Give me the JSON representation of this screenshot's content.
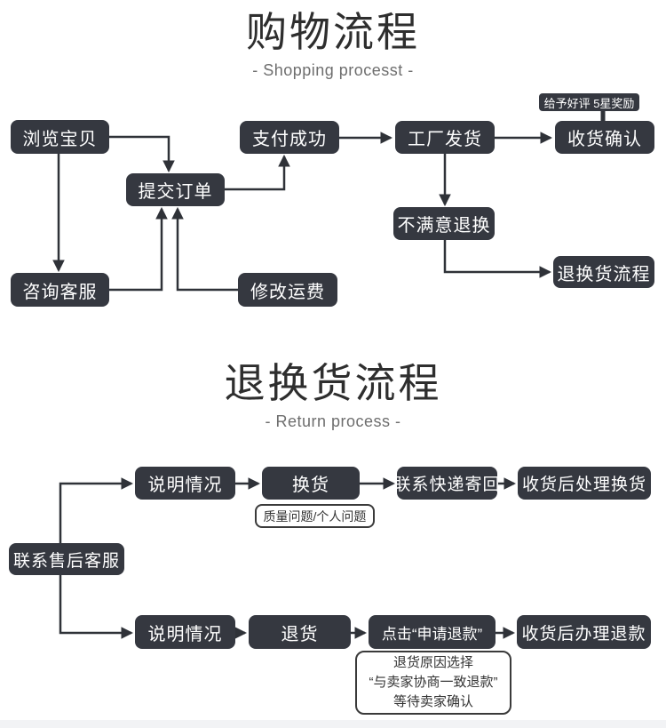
{
  "shopping": {
    "title": "购物流程",
    "subtitle": "- Shopping processt -",
    "badge": "给予好评 5星奖励",
    "nodes": {
      "browse": "浏览宝贝",
      "submit": "提交订单",
      "pay": "支付成功",
      "ship": "工厂发货",
      "receive": "收货确认",
      "unsatisfied": "不满意退换",
      "return_flow": "退换货流程",
      "consult": "咨询客服",
      "modify_fee": "修改运费"
    }
  },
  "returns": {
    "title": "退换货流程",
    "subtitle": "- Return process -",
    "nodes": {
      "contact": "联系售后客服",
      "explain_exchange": "说明情况",
      "exchange": "换货",
      "courier_back": "联系快递寄回",
      "handle_exchange": "收货后处理换货",
      "explain_refund": "说明情况",
      "return_goods": "退货",
      "apply_refund": "点击“申请退款”",
      "handle_refund": "收货后办理退款"
    },
    "notes": {
      "exchange_reason": "质量问题/个人问题",
      "refund_line1": "退货原因选择",
      "refund_line2": "“与卖家协商一致退款”",
      "refund_line3": "等待卖家确认"
    }
  },
  "colors": {
    "node_bg": "#353840",
    "node_text": "#ffffff",
    "wire": "#2f3238",
    "title_text": "#2e2e2e",
    "subtitle_text": "#6e6e6e",
    "note_border": "#3a3a3a",
    "footer_strip": "#f2f3f5"
  }
}
